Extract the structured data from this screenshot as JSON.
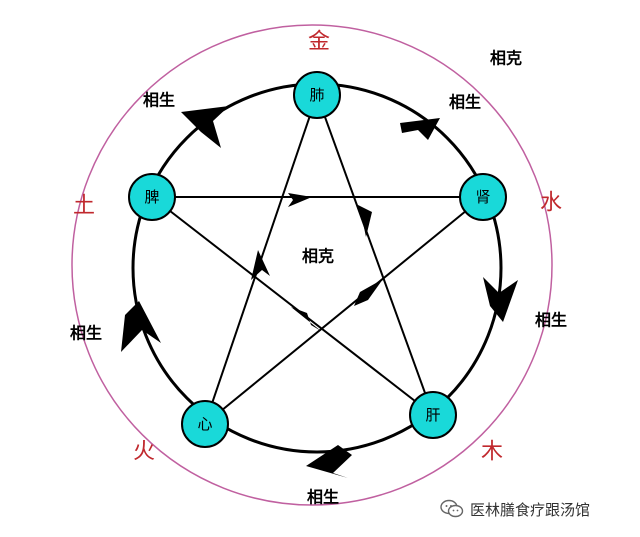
{
  "colors": {
    "element_red": "#c0282d",
    "node_fill": "#19d9d9",
    "outer_ring": "#c060a0",
    "line": "#000000"
  },
  "elements": {
    "metal": "金",
    "water": "水",
    "wood": "木",
    "fire": "火",
    "earth": "土"
  },
  "organs": {
    "lung": "肺",
    "kidney": "肾",
    "liver": "肝",
    "heart": "心",
    "spleen": "脾"
  },
  "relations": {
    "generate": "相生",
    "restrain": "相克",
    "restrain_top_right": "相克",
    "generate_top_left": "相生",
    "generate_top_right": "相生",
    "generate_right": "相生",
    "generate_left": "相生",
    "generate_bottom": "相生"
  },
  "watermark": {
    "icon": "wechat-icon",
    "text": "医林膳食疗跟汤馆"
  }
}
